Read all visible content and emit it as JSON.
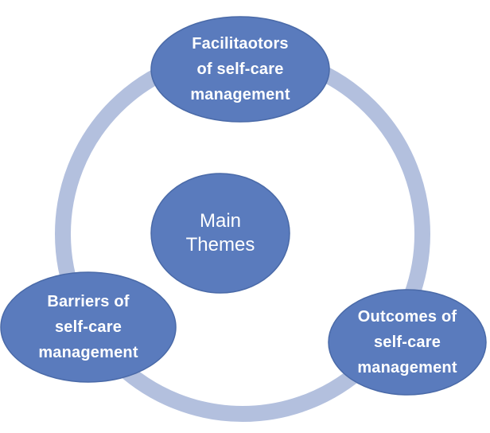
{
  "diagram": {
    "type": "cycle",
    "colors": {
      "node_fill": "#5a7bbd",
      "node_stroke": "#4a6aa8",
      "ring": "#b3c0de",
      "text": "#ffffff",
      "background": "#ffffff"
    },
    "center": {
      "lines": [
        "Main",
        "Themes"
      ]
    },
    "nodes": [
      {
        "id": "top",
        "lines": [
          "Facilitaotors",
          "of self-care",
          "management"
        ]
      },
      {
        "id": "left",
        "lines": [
          "Barriers of",
          "self-care",
          "management"
        ]
      },
      {
        "id": "right",
        "lines": [
          "Outcomes of",
          "self-care",
          "management"
        ]
      }
    ]
  }
}
